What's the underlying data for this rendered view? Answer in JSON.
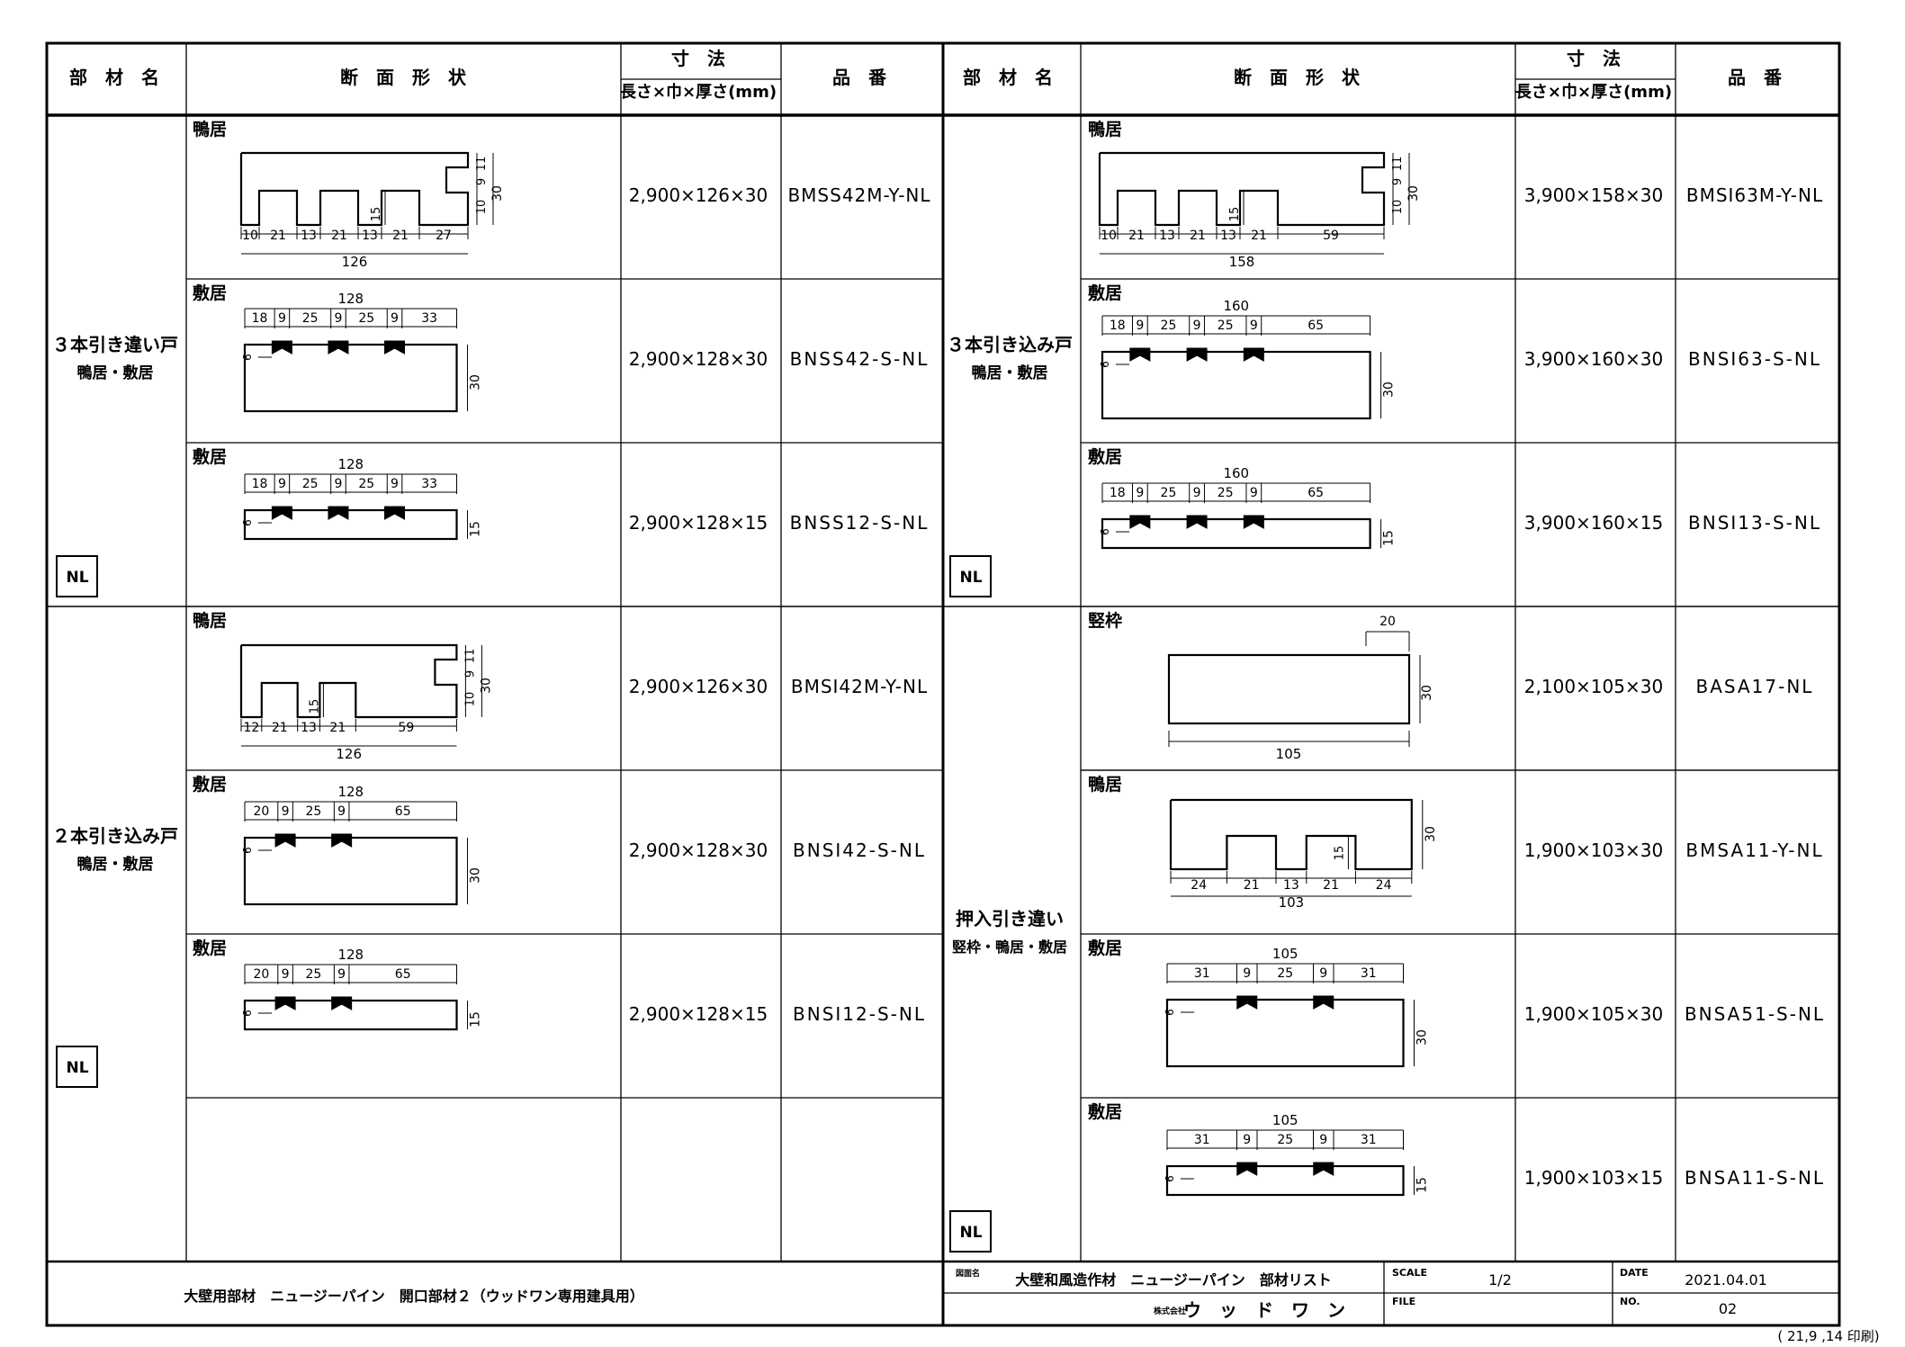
{
  "headers": {
    "part_name": "部　材　名",
    "section": "断　面　形　状",
    "dim_title": "寸　法",
    "dim_sub": "長さ×巾×厚さ(mm)",
    "product_no": "品　番"
  },
  "left": {
    "groups": [
      {
        "name": "３本引き違い戸",
        "sub": "鴨居・敷居",
        "badge": "NL"
      },
      {
        "name": "２本引き込み戸",
        "sub": "鴨居・敷居",
        "badge": "NL"
      }
    ],
    "rows": [
      {
        "label": "鴨居",
        "dim": "2,900×126×30",
        "code": "BMSS42M-Y-NL",
        "widths": [
          "10",
          "21",
          "13",
          "21",
          "13",
          "21",
          "27"
        ],
        "total": "126",
        "v": [
          "11",
          "9",
          "10",
          "30",
          "15"
        ]
      },
      {
        "label": "敷居",
        "dim": "2,900×128×30",
        "code": "BNSS42-S-NL",
        "widths": [
          "18",
          "9",
          "25",
          "9",
          "25",
          "9",
          "33"
        ],
        "total": "128",
        "gdepth": "6",
        "thick": "30"
      },
      {
        "label": "敷居",
        "dim": "2,900×128×15",
        "code": "BNSS12-S-NL",
        "widths": [
          "18",
          "9",
          "25",
          "9",
          "25",
          "9",
          "33"
        ],
        "total": "128",
        "gdepth": "6",
        "thick": "15"
      },
      {
        "label": "鴨居",
        "dim": "2,900×126×30",
        "code": "BMSI42M-Y-NL",
        "widths": [
          "12",
          "21",
          "13",
          "21",
          "59"
        ],
        "total": "126",
        "v": [
          "11",
          "9",
          "10",
          "30",
          "15"
        ]
      },
      {
        "label": "敷居",
        "dim": "2,900×128×30",
        "code": "BNSI42-S-NL",
        "widths": [
          "20",
          "9",
          "25",
          "9",
          "65"
        ],
        "total": "128",
        "gdepth": "6",
        "thick": "30"
      },
      {
        "label": "敷居",
        "dim": "2,900×128×15",
        "code": "BNSI12-S-NL",
        "widths": [
          "20",
          "9",
          "25",
          "9",
          "65"
        ],
        "total": "128",
        "gdepth": "6",
        "thick": "15"
      }
    ]
  },
  "right": {
    "groups": [
      {
        "name": "３本引き込み戸",
        "sub": "鴨居・敷居",
        "badge": "NL"
      },
      {
        "name": "押入引き違い",
        "sub": "竪枠・鴨居・敷居",
        "badge": "NL"
      }
    ],
    "rows": [
      {
        "label": "鴨居",
        "dim": "3,900×158×30",
        "code": "BMSI63M-Y-NL",
        "widths": [
          "10",
          "21",
          "13",
          "21",
          "13",
          "21",
          "59"
        ],
        "total": "158",
        "v": [
          "11",
          "9",
          "10",
          "30",
          "15"
        ]
      },
      {
        "label": "敷居",
        "dim": "3,900×160×30",
        "code": "BNSI63-S-NL",
        "widths": [
          "18",
          "9",
          "25",
          "9",
          "25",
          "9",
          "65"
        ],
        "total": "160",
        "gdepth": "6",
        "thick": "30"
      },
      {
        "label": "敷居",
        "dim": "3,900×160×15",
        "code": "BNSI13-S-NL",
        "widths": [
          "18",
          "9",
          "25",
          "9",
          "25",
          "9",
          "65"
        ],
        "total": "160",
        "gdepth": "6",
        "thick": "15"
      },
      {
        "label": "竪枠",
        "dim": "2,100×105×30",
        "code": "BASA17-NL",
        "top": "20",
        "total": "105",
        "thick": "30"
      },
      {
        "label": "鴨居",
        "dim": "1,900×103×30",
        "code": "BMSA11-Y-NL",
        "widths": [
          "24",
          "21",
          "13",
          "21",
          "24"
        ],
        "total": "103",
        "thick": "30",
        "depth": "15"
      },
      {
        "label": "敷居",
        "dim": "1,900×105×30",
        "code": "BNSA51-S-NL",
        "widths": [
          "31",
          "9",
          "25",
          "9",
          "31"
        ],
        "total": "105",
        "gdepth": "6",
        "thick": "30"
      },
      {
        "label": "敷居",
        "dim": "1,900×103×15",
        "code": "BNSA11-S-NL",
        "widths": [
          "31",
          "9",
          "25",
          "9",
          "31"
        ],
        "total": "105",
        "gdepth": "6",
        "thick": "15"
      }
    ]
  },
  "footer": {
    "left_title": "大壁用部材　ニュージーパイン　開口部材２（ウッドワン専用建具用）",
    "drawing_label": "図面名",
    "drawing_name": "大壁和風造作材　ニュージーパイン　部材リスト",
    "company_prefix": "株式会社",
    "company": "ウ　ッ　ド　ワ　ン",
    "scale_label": "SCALE",
    "scale": "1/2",
    "date_label": "DATE",
    "date": "2021.04.01",
    "file_label": "FILE",
    "no_label": "NO.",
    "no": "02",
    "print_note": "( 21,9 ,14 印刷)"
  }
}
